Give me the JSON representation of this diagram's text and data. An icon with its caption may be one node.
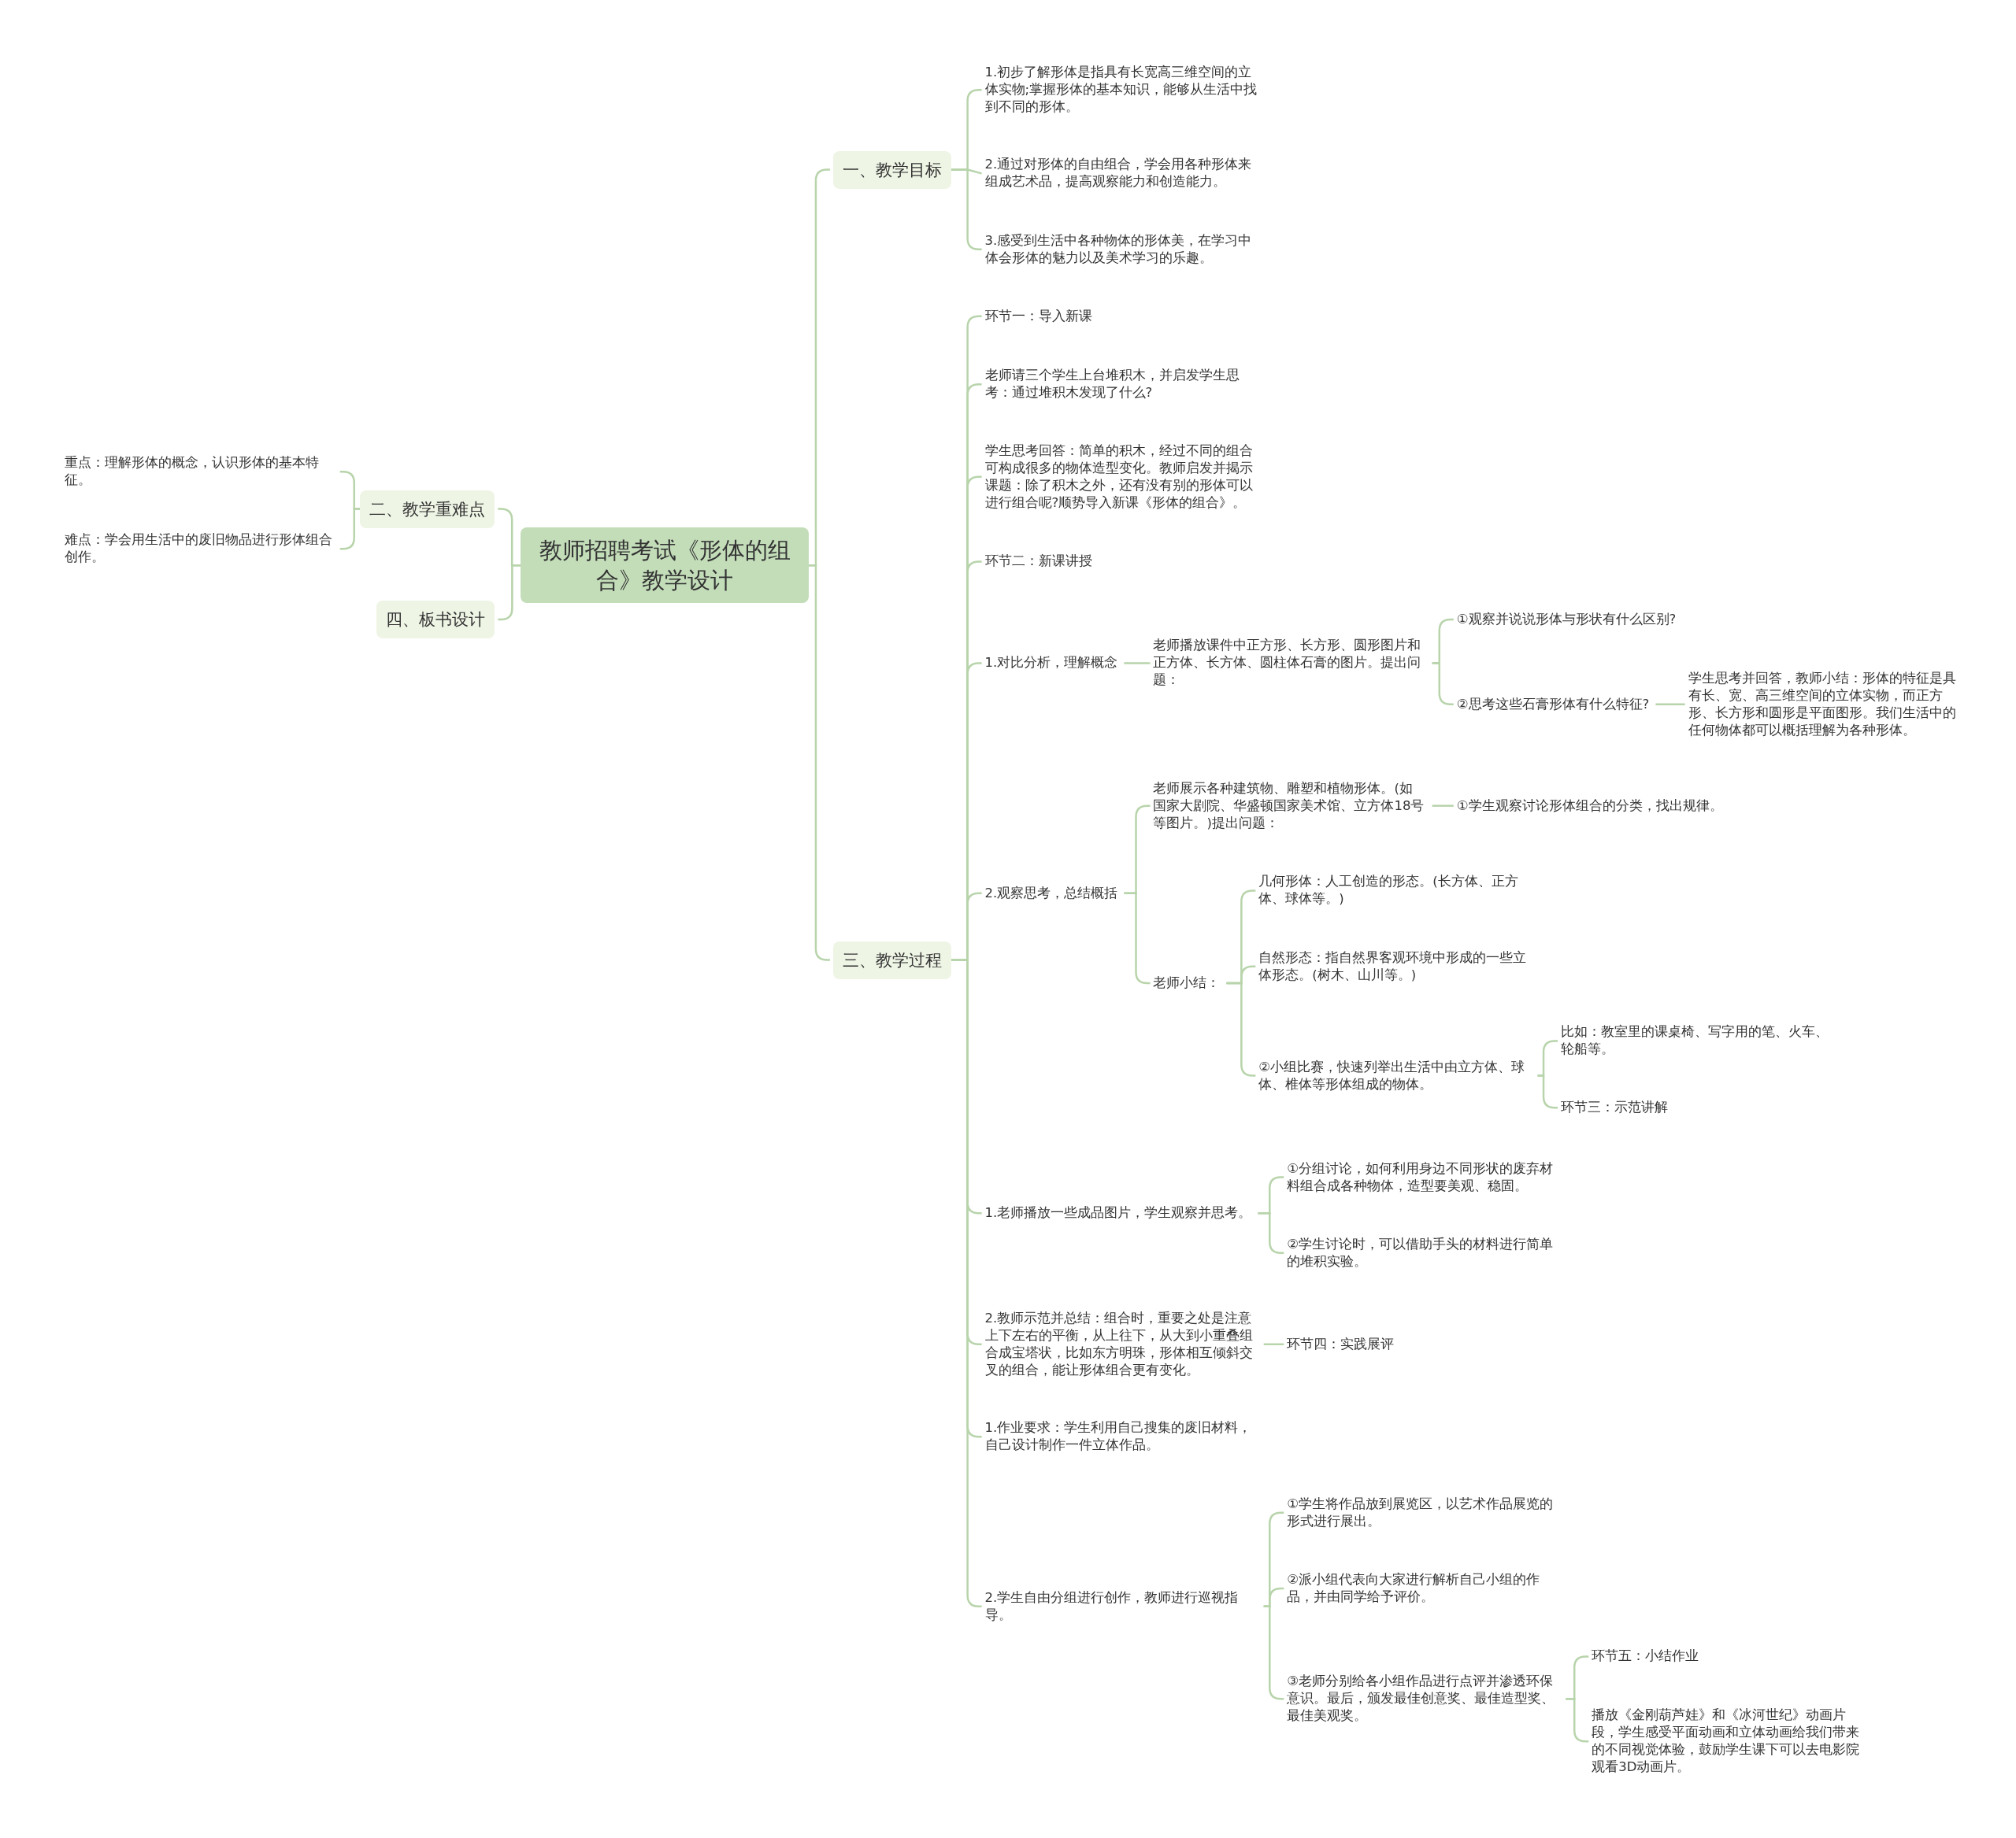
{
  "diagram": {
    "nodes": [
      {
        "text": [
          "教师招聘考试《形体的组合》教学设计"
        ]
      },
      {
        "text": [
          "二、教学重难点"
        ]
      },
      {
        "text": [
          "重点：理解形体的概念，认识形体的基本特征。"
        ]
      },
      {
        "text": [
          "难点：学会用生活中的废旧物品进行形体组合创作。"
        ]
      },
      {
        "text": [
          "四、板书设计"
        ]
      },
      {
        "text": [
          "一、教学目标"
        ]
      },
      {
        "text": [
          "1.初步了解形体是指具有长宽高三维空间的立体实物;掌握形体的基本知识，能够从生活中找到不同的形体。"
        ]
      },
      {
        "text": [
          "2.通过对形体的自由组合，学会用各种形体来组成艺术品，提高观察能力和创造能力。"
        ]
      },
      {
        "text": [
          "3.感受到生活中各种物体的形体美，在学习中体会形体的魅力以及美术学习的乐趣。"
        ]
      },
      {
        "text": [
          "三、教学过程"
        ]
      },
      {
        "text": [
          "环节一：导入新课"
        ]
      },
      {
        "text": [
          "老师请三个学生上台堆积木，并启发学生思考：通过堆积木发现了什么?"
        ]
      },
      {
        "text": [
          "学生思考回答：简单的积木，经过不同的组合可构成很多的物体造型变化。教师启发并揭示课题：除了积木之外，还有没有别的形体可以进行组合呢?顺势导入新课《形体的组合》。"
        ]
      },
      {
        "text": [
          "环节二：新课讲授"
        ]
      },
      {
        "text": [
          "1.对比分析，理解概念"
        ]
      },
      {
        "text": [
          "老师播放课件中正方形、长方形、圆形图片和正方体、长方体、圆柱体石膏的图片。提出问题："
        ]
      },
      {
        "text": [
          "①观察并说说形体与形状有什么区别?"
        ]
      },
      {
        "text": [
          "②思考这些石膏形体有什么特征?"
        ]
      },
      {
        "text": [
          "学生思考并回答，教师小结：形体的特征是具有长、宽、高三维空间的立体实物，而正方形、长方形和圆形是平面图形。我们生活中的任何物体都可以概括理解为各种形体。"
        ]
      },
      {
        "text": [
          "2.观察思考，总结概括"
        ]
      },
      {
        "text": [
          "老师展示各种建筑物、雕塑和植物形体。(如国家大剧院、华盛顿国家美术馆、立方体18号等图片。)提出问题："
        ]
      },
      {
        "text": [
          "①学生观察讨论形体组合的分类，找出规律。"
        ]
      },
      {
        "text": [
          "老师小结："
        ]
      },
      {
        "text": [
          "几何形体：人工创造的形态。(长方体、正方体、球体等。)"
        ]
      },
      {
        "text": [
          "自然形态：指自然界客观环境中形成的一些立体形态。(树木、山川等。)"
        ]
      },
      {
        "text": [
          "②小组比赛，快速列举出生活中由立方体、球体、椎体等形体组成的物体。"
        ]
      },
      {
        "text": [
          "比如：教室里的课桌椅、写字用的笔、火车、轮船等。"
        ]
      },
      {
        "text": [
          "环节三：示范讲解"
        ]
      },
      {
        "text": [
          "1.老师播放一些成品图片，学生观察并思考。"
        ]
      },
      {
        "text": [
          "①分组讨论，如何利用身边不同形状的废弃材料组合成各种物体，造型要美观、稳固。"
        ]
      },
      {
        "text": [
          "②学生讨论时，可以借助手头的材料进行简单的堆积实验。"
        ]
      },
      {
        "text": [
          "2.教师示范并总结：组合时，重要之处是注意上下左右的平衡，从上往下，从大到小重叠组合成宝塔状，比如东方明珠，形体相互倾斜交叉的组合，能让形体组合更有变化。"
        ]
      },
      {
        "text": [
          "环节四：实践展评"
        ]
      },
      {
        "text": [
          "1.作业要求：学生利用自己搜集的废旧材料，自己设计制作一件立体作品。"
        ]
      },
      {
        "text": [
          "2.学生自由分组进行创作，教师进行巡视指导。"
        ]
      },
      {
        "text": [
          "①学生将作品放到展览区，以艺术作品展览的形式进行展出。"
        ]
      },
      {
        "text": [
          "②派小组代表向大家进行解析自己小组的作品，并由同学给予评价。"
        ]
      },
      {
        "text": [
          "③老师分别给各小组作品进行点评并渗透环保意识。最后，颁发最佳创意奖、最佳造型奖、最佳美观奖。"
        ]
      },
      {
        "text": [
          "环节五：小结作业"
        ]
      },
      {
        "text": [
          "播放《金刚葫芦娃》和《冰河世纪》动画片段，学生感受平面动画和立体动画给我们带来的不同视觉体验，鼓励学生课下可以去电影院观看3D动画片。"
        ]
      }
    ],
    "edges": [
      {
        "from": 0,
        "to": 1,
        "arrow": "none"
      },
      {
        "from": 1,
        "to": 2,
        "arrow": "none"
      },
      {
        "from": 1,
        "to": 3,
        "arrow": "none"
      },
      {
        "from": 0,
        "to": 4,
        "arrow": "none"
      },
      {
        "from": 0,
        "to": 5,
        "arrow": "none"
      },
      {
        "from": 5,
        "to": 6,
        "arrow": "none"
      },
      {
        "from": 5,
        "to": 7,
        "arrow": "none"
      },
      {
        "from": 5,
        "to": 8,
        "arrow": "none"
      },
      {
        "from": 0,
        "to": 9,
        "arrow": "none"
      },
      {
        "from": 9,
        "to": 10,
        "arrow": "none"
      },
      {
        "from": 9,
        "to": 11,
        "arrow": "none"
      },
      {
        "from": 9,
        "to": 12,
        "arrow": "none"
      },
      {
        "from": 9,
        "to": 13,
        "arrow": "none"
      },
      {
        "from": 9,
        "to": 14,
        "arrow": "none"
      },
      {
        "from": 14,
        "to": 15,
        "arrow": "none"
      },
      {
        "from": 15,
        "to": 16,
        "arrow": "none"
      },
      {
        "from": 15,
        "to": 17,
        "arrow": "none"
      },
      {
        "from": 17,
        "to": 18,
        "arrow": "none"
      },
      {
        "from": 9,
        "to": 19,
        "arrow": "none"
      },
      {
        "from": 19,
        "to": 20,
        "arrow": "none"
      },
      {
        "from": 20,
        "to": 21,
        "arrow": "none"
      },
      {
        "from": 19,
        "to": 22,
        "arrow": "none"
      },
      {
        "from": 22,
        "to": 23,
        "arrow": "none"
      },
      {
        "from": 22,
        "to": 24,
        "arrow": "none"
      },
      {
        "from": 22,
        "to": 25,
        "arrow": "none"
      },
      {
        "from": 25,
        "to": 26,
        "arrow": "none"
      },
      {
        "from": 25,
        "to": 27,
        "arrow": "none"
      },
      {
        "from": 9,
        "to": 28,
        "arrow": "none"
      },
      {
        "from": 28,
        "to": 29,
        "arrow": "none"
      },
      {
        "from": 28,
        "to": 30,
        "arrow": "none"
      },
      {
        "from": 9,
        "to": 31,
        "arrow": "none"
      },
      {
        "from": 31,
        "to": 32,
        "arrow": "none"
      },
      {
        "from": 9,
        "to": 33,
        "arrow": "none"
      },
      {
        "from": 9,
        "to": 34,
        "arrow": "none"
      },
      {
        "from": 34,
        "to": 35,
        "arrow": "none"
      },
      {
        "from": 34,
        "to": 36,
        "arrow": "none"
      },
      {
        "from": 34,
        "to": 37,
        "arrow": "none"
      },
      {
        "from": 37,
        "to": 38,
        "arrow": "none"
      },
      {
        "from": 37,
        "to": 39,
        "arrow": "none"
      }
    ]
  }
}
